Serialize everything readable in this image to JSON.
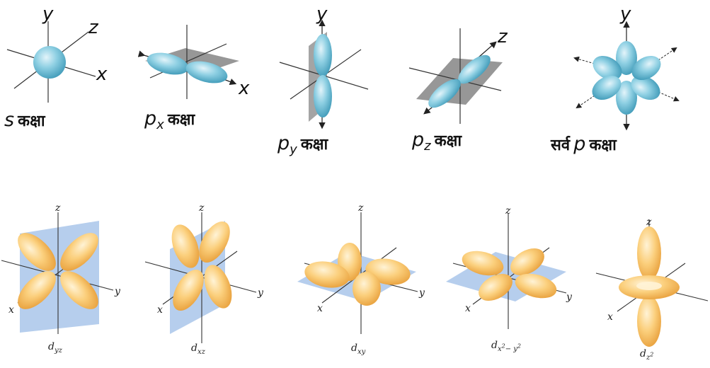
{
  "row1": {
    "axes": {
      "x": "x",
      "y": "y",
      "z": "z"
    },
    "s": {
      "letter": "s",
      "word": "कक्षा"
    },
    "px": {
      "letter": "p",
      "sub": "x",
      "word": "कक्षा"
    },
    "py": {
      "letter": "p",
      "sub": "y",
      "word": "कक्षा"
    },
    "pz": {
      "letter": "p",
      "sub": "z",
      "word": "कक्षा"
    },
    "allp": {
      "prefix": "सर्व",
      "letter": "p",
      "word": "कक्षा"
    }
  },
  "row2": {
    "axes": {
      "x": "x",
      "y": "y",
      "z": "z"
    },
    "dyz": {
      "letter": "d",
      "sub": "yz"
    },
    "dxz": {
      "letter": "d",
      "sub": "xz"
    },
    "dxy": {
      "letter": "d",
      "sub": "xy"
    },
    "dx2y2": {
      "letter": "d",
      "sub_a": "x",
      "sup_a": "2",
      "sub_b": "− y",
      "sup_b": "2"
    },
    "dz2": {
      "letter": "d",
      "sub": "z",
      "sup": "2"
    }
  },
  "colors": {
    "p_orbital": "#7cc3d9",
    "p_plane": "#8a8a8a",
    "d_orbital": "#f9c46a",
    "d_plane": "#a9c6ea"
  }
}
